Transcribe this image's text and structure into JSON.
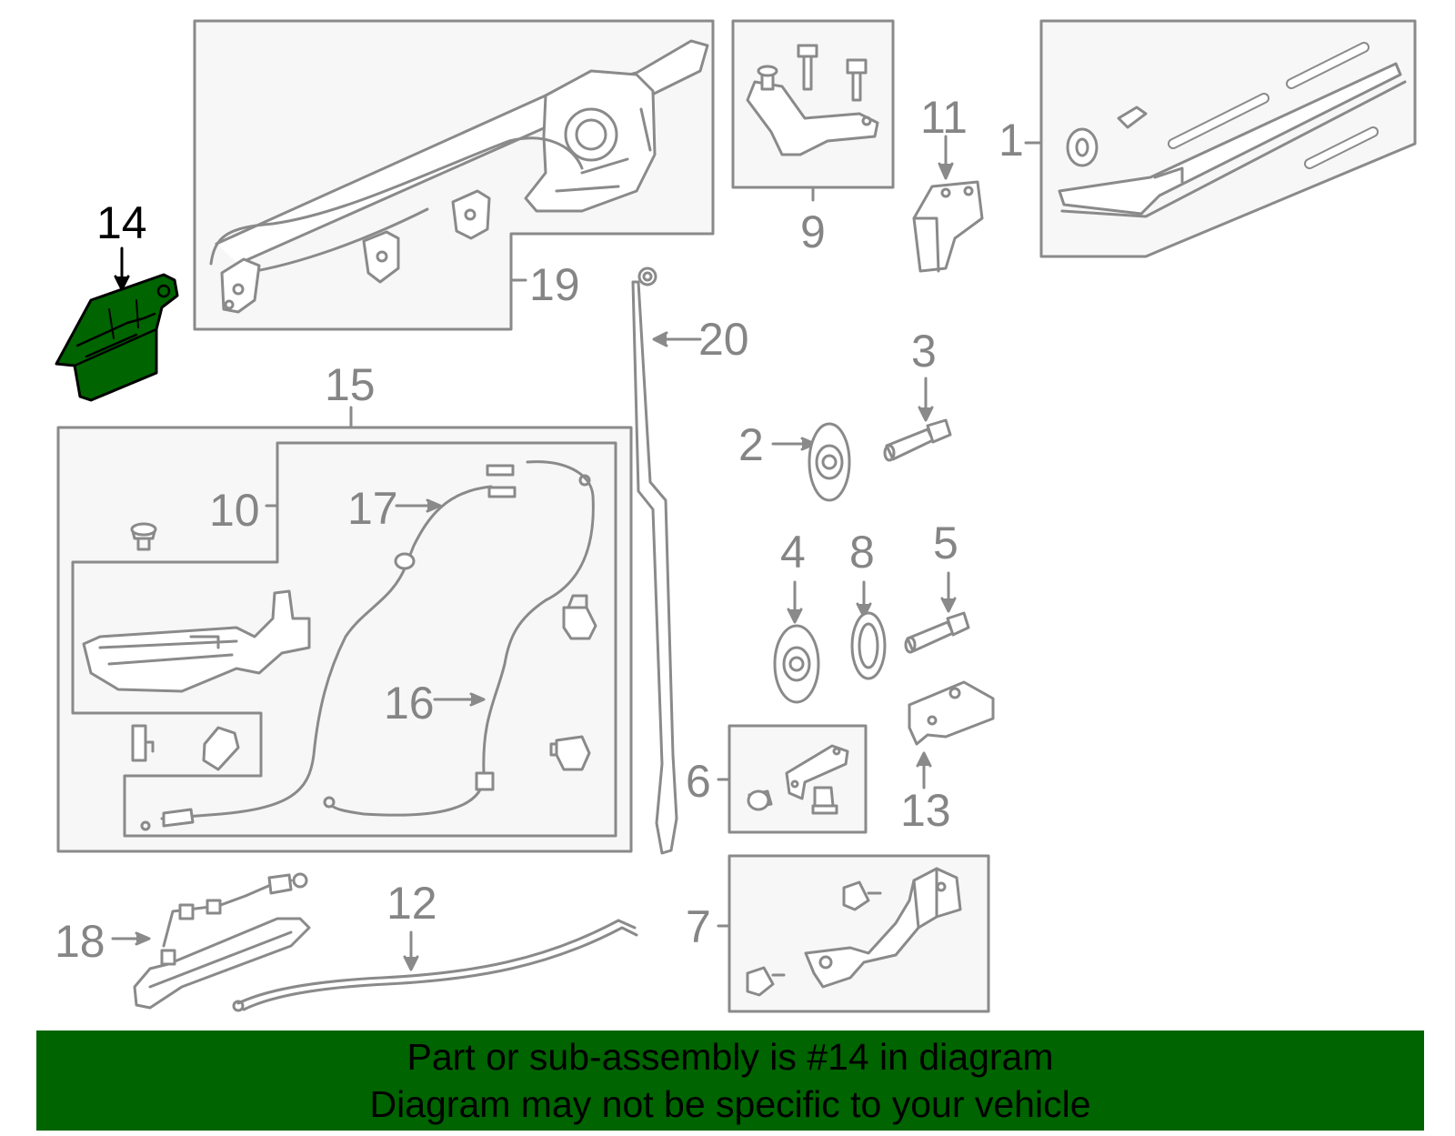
{
  "colors": {
    "highlight": "#006400",
    "line": "#8a8a8a",
    "panel": "#f7f7f7",
    "label": "#858585",
    "banner": "#006400"
  },
  "callouts": {
    "c1": "1",
    "c2": "2",
    "c3": "3",
    "c4": "4",
    "c5": "5",
    "c6": "6",
    "c7": "7",
    "c8": "8",
    "c9": "9",
    "c10": "10",
    "c11": "11",
    "c12": "12",
    "c13": "13",
    "c14": "14",
    "c15": "15",
    "c16": "16",
    "c17": "17",
    "c18": "18",
    "c19": "19",
    "c20": "20"
  },
  "highlighted_part": "14",
  "banner": {
    "line1": "Part or sub-assembly is #14 in diagram",
    "line2": "Diagram may not be specific to your vehicle"
  }
}
